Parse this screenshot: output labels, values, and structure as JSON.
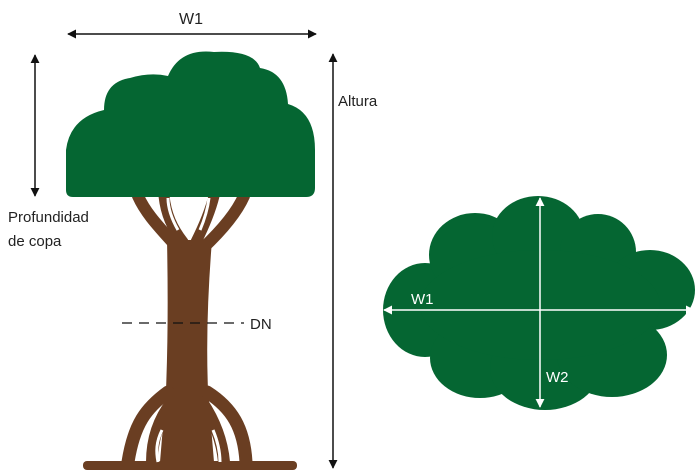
{
  "labels": {
    "top_width": "W1",
    "height": "Altura",
    "crown_depth_line1": "Profundidad",
    "crown_depth_line2": "de copa",
    "dbh": "DN",
    "plan_width1": "W1",
    "plan_width2": "W2"
  },
  "colors": {
    "crown": "#056632",
    "trunk": "#6a3e22",
    "line": "#111111",
    "background": "#ffffff"
  }
}
